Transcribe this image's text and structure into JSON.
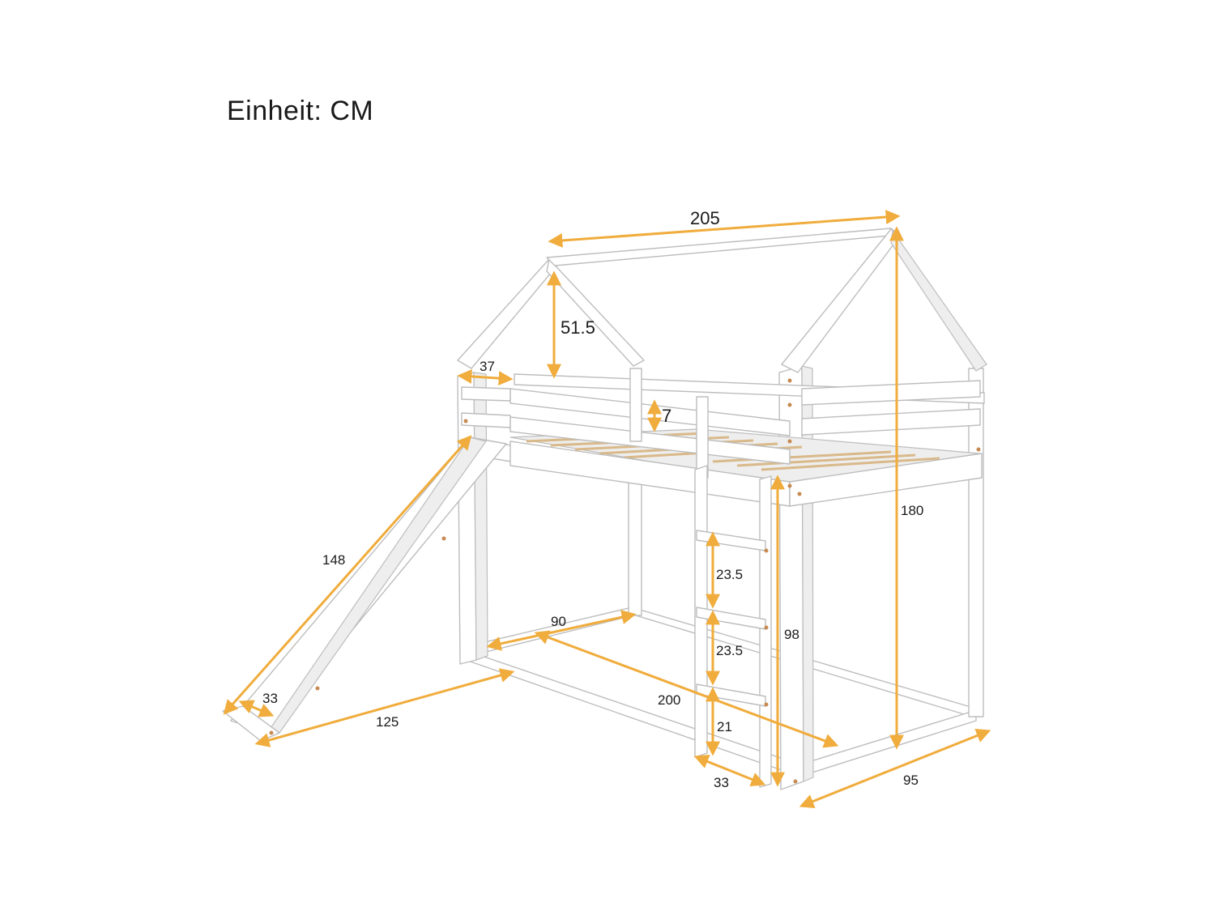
{
  "unit_title": "Einheit: CM",
  "colors": {
    "dimension": "#f0ac3c",
    "frame": "#ffffff",
    "frame_stroke": "#bdbdbd",
    "slats": "#d9b98a",
    "text": "#1a1a1a"
  },
  "dimensions": {
    "length_total": "205",
    "roof_height": "51.5",
    "end_gap": "37",
    "rail_gap": "7",
    "total_height": "180",
    "slide_length": "148",
    "slide_width": "33",
    "slide_reach": "125",
    "inner_width": "90",
    "inner_length": "200",
    "rung_spacing_upper": "23.5",
    "rung_spacing_lower": "23.5",
    "bottom_rung_height": "21",
    "ladder_width": "33",
    "ladder_height": "98",
    "depth": "95"
  }
}
